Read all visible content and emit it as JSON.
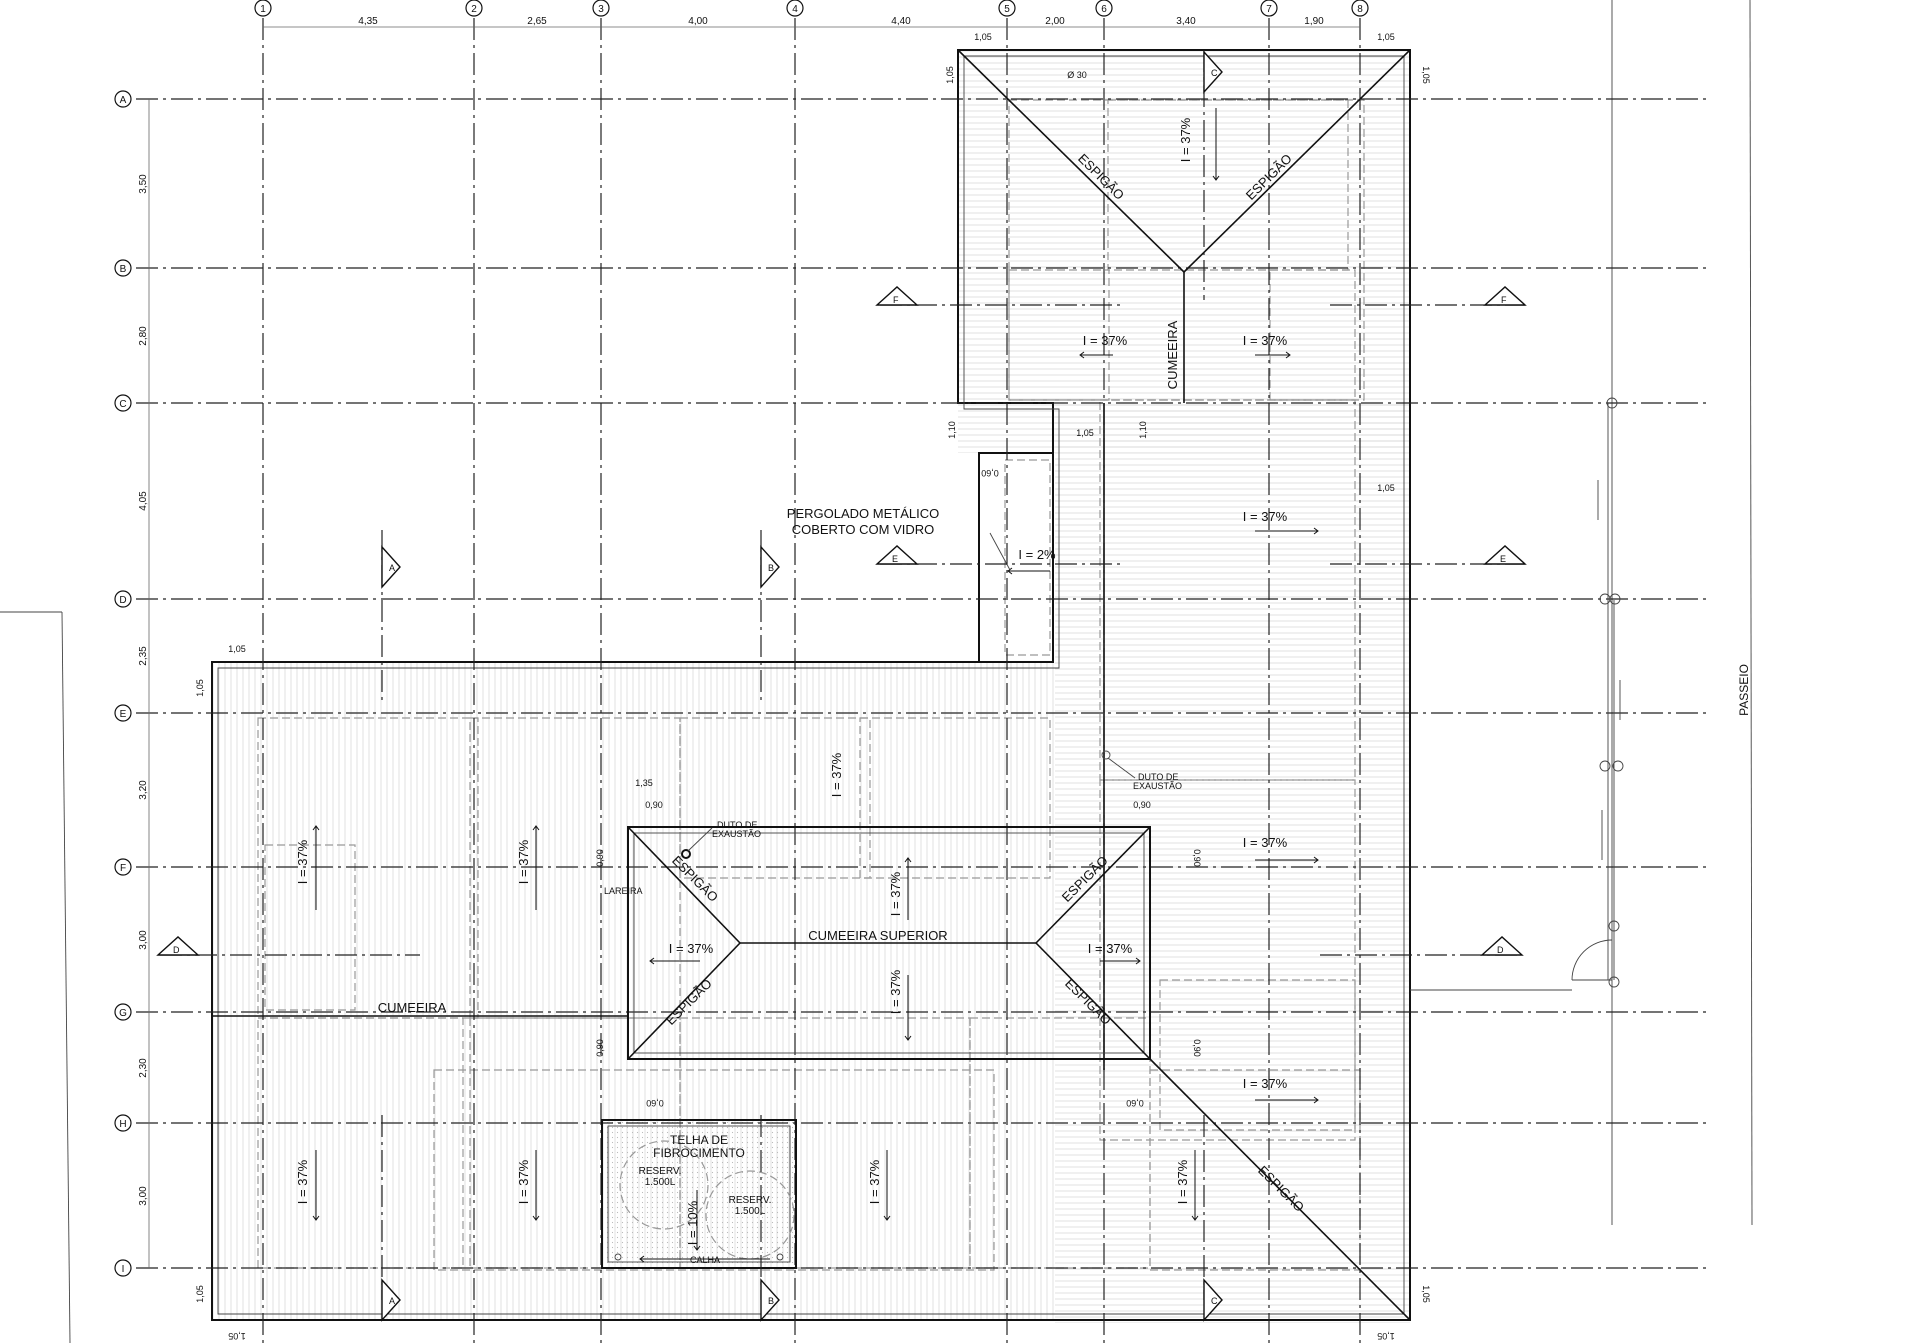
{
  "grid": {
    "columns": [
      "1",
      "2",
      "3",
      "4",
      "5",
      "6",
      "7",
      "8"
    ],
    "rows": [
      "A",
      "B",
      "C",
      "D",
      "E",
      "F",
      "G",
      "H",
      "I"
    ],
    "col_dims": [
      "4,35",
      "2,65",
      "4,00",
      "4,40",
      "2,00",
      "3,40",
      "1,90"
    ],
    "row_dims": [
      "3,50",
      "2,80",
      "4,05",
      "2,35",
      "3,20",
      "3,00",
      "2,30",
      "3,00"
    ]
  },
  "eaves": {
    "overhang": "1,05",
    "overhang_rot": "1,05",
    "c_step": "1,10",
    "c_step_w": "1,05",
    "c_step_v": "1,10",
    "small_rot": "0,60"
  },
  "labels": {
    "espigao": "ESPIGÃO",
    "cumeeira": "CUMEEIRA",
    "cumeeira_superior": "CUMEEIRA SUPERIOR",
    "slope": "I = 37%",
    "slope_2": "I = 2%",
    "slope_10": "I = 10%",
    "pergolado_1": "PERGOLADO METÁLICO",
    "pergolado_2": "COBERTO COM VIDRO",
    "duto_1": "DUTO DE",
    "duto_2": "EXAUSTÃO",
    "lareira": "LAREIRA",
    "telha_1": "TELHA DE",
    "telha_2": "FIBROCIMENTO",
    "reserv": "RESERV.",
    "reserv_cap": "1.500L",
    "calha": "CALHA",
    "passeio": "PASSEIO",
    "dim_135": "1,35",
    "dim_090": "0,90",
    "diam": "Ø 30"
  },
  "section_marks": [
    "A",
    "B",
    "C",
    "D",
    "E",
    "F"
  ]
}
